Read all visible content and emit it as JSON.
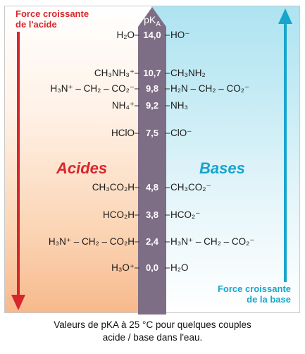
{
  "labels": {
    "acid_strength": [
      "Force croissante",
      "de l'acide"
    ],
    "base_strength": [
      "Force croissante",
      "de la base"
    ],
    "acids": "Acides",
    "bases": "Bases",
    "pka_axis": "pKA"
  },
  "couples": [
    {
      "acid": "H₂O",
      "pka": "14,0",
      "base": "HO⁻"
    },
    {
      "acid": "CH₃NH₃⁺",
      "pka": "10,7",
      "base": "CH₃NH₂"
    },
    {
      "acid": "H₃N⁺ – CH₂ – CO₂⁻",
      "pka": "9,8",
      "base": "H₂N – CH₂ – CO₂⁻"
    },
    {
      "acid": "NH₄⁺",
      "pka": "9,2",
      "base": "NH₃"
    },
    {
      "acid": "HClO",
      "pka": "7,5",
      "base": "ClO⁻"
    },
    {
      "acid": "CH₃CO₂H",
      "pka": "4,8",
      "base": "CH₃CO₂⁻"
    },
    {
      "acid": "HCO₂H",
      "pka": "3,8",
      "base": "HCO₂⁻"
    },
    {
      "acid": "H₃N⁺ – CH₂ – CO₂H",
      "pka": "2,4",
      "base": "H₃N⁺ – CH₂ – CO₂⁻"
    },
    {
      "acid": "H₃O⁺",
      "pka": "0,0",
      "base": "H₂O"
    }
  ],
  "caption": [
    "Valeurs de pKA à 25 °C pour quelques couples",
    "acide / base dans l'eau."
  ],
  "colors": {
    "acid": "#d8262c",
    "base": "#16a6cc",
    "axis": "#7d6e86"
  }
}
